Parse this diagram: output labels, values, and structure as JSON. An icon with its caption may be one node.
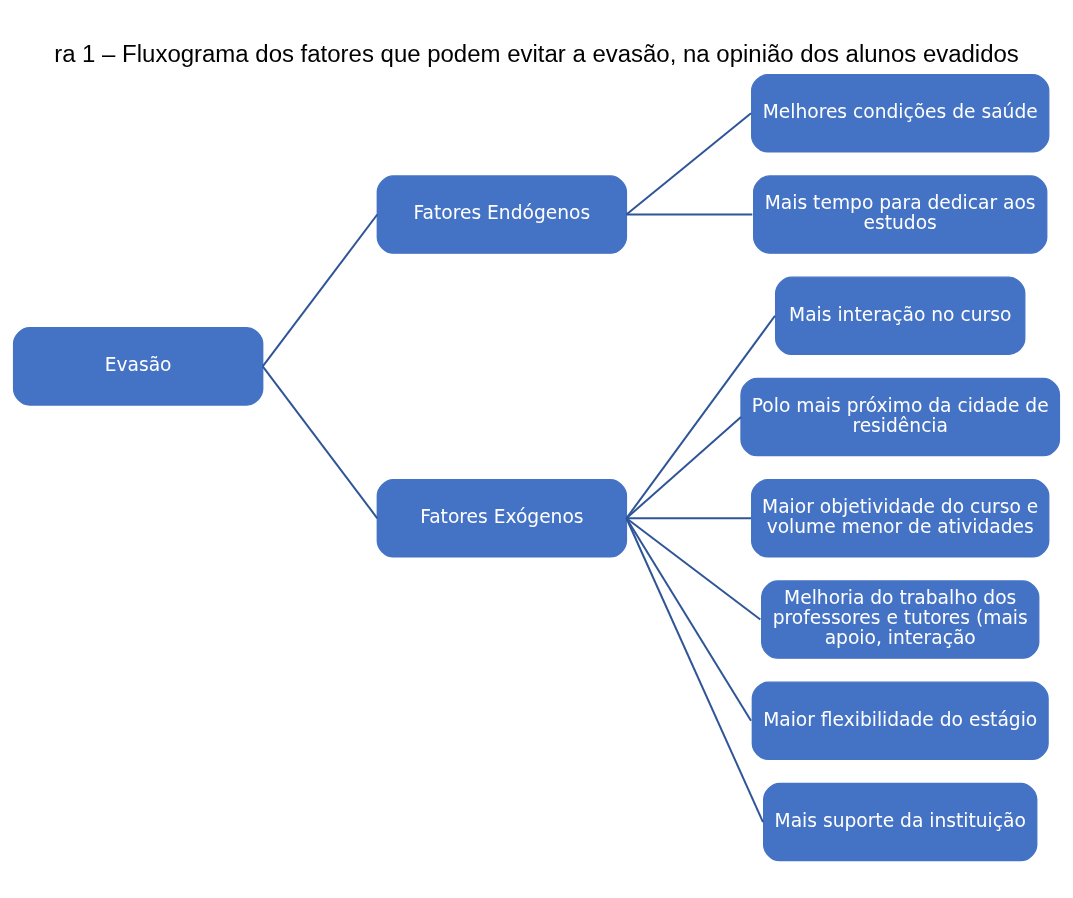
{
  "diagram": {
    "title": "ra 1 – Fluxograma dos fatores que podem evitar a evasão, na opinião dos alunos evadidos",
    "nodes": [
      {
        "text": [
          "Evasão"
        ]
      },
      {
        "text": [
          "Fatores Endógenos"
        ]
      },
      {
        "text": [
          "Fatores Exógenos"
        ]
      },
      {
        "text": [
          "Melhores condições de saúde"
        ]
      },
      {
        "text": [
          "Mais tempo para dedicar aos estudos"
        ]
      },
      {
        "text": [
          "Mais interação no curso"
        ]
      },
      {
        "text": [
          "Polo mais próximo da cidade de residência"
        ]
      },
      {
        "text": [
          "Maior objetividade do curso e volume menor de atividades"
        ]
      },
      {
        "text": [
          "Melhoria do trabalho dos professores e tutores (mais apoio, interação"
        ]
      },
      {
        "text": [
          "Maior flexibilidade do estágio"
        ]
      },
      {
        "text": [
          "Mais suporte da instituição"
        ]
      }
    ],
    "edges": [
      {
        "from": 0,
        "to": 1,
        "arrow": "none"
      },
      {
        "from": 0,
        "to": 2,
        "arrow": "none"
      },
      {
        "from": 1,
        "to": 3,
        "arrow": "none"
      },
      {
        "from": 1,
        "to": 4,
        "arrow": "none"
      },
      {
        "from": 2,
        "to": 5,
        "arrow": "none"
      },
      {
        "from": 2,
        "to": 6,
        "arrow": "none"
      },
      {
        "from": 2,
        "to": 7,
        "arrow": "none"
      },
      {
        "from": 2,
        "to": 8,
        "arrow": "none"
      },
      {
        "from": 2,
        "to": 9,
        "arrow": "none"
      },
      {
        "from": 2,
        "to": 10,
        "arrow": "none"
      }
    ]
  }
}
